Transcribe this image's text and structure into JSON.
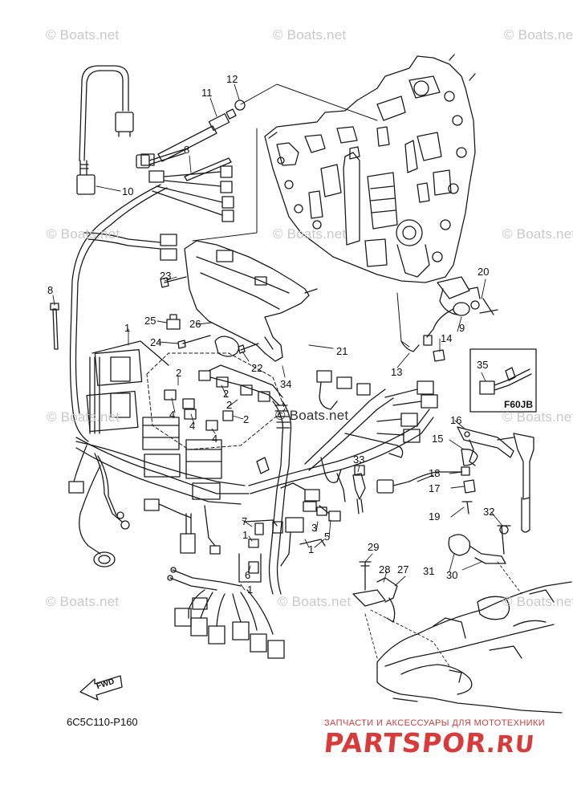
{
  "watermark": "© Boats.net",
  "diagram_code": "6C5C110-P160",
  "fwd_label": "FWD",
  "inset_label": "F60JB",
  "callouts": [
    "1",
    "1",
    "1",
    "1",
    "2",
    "2",
    "2",
    "2",
    "3",
    "4",
    "4",
    "4",
    "5",
    "6",
    "7",
    "8",
    "8",
    "9",
    "10",
    "11",
    "12",
    "13",
    "14",
    "15",
    "16",
    "17",
    "18",
    "19",
    "20",
    "21",
    "22",
    "23",
    "24",
    "25",
    "26",
    "27",
    "28",
    "29",
    "30",
    "31",
    "32",
    "33",
    "34",
    "35"
  ],
  "brand": {
    "tagline": "ЗАПЧАСТИ И АКСЕССУАРЫ ДЛЯ МОТОТЕХНИКИ",
    "name": "PARTSPOR",
    "domain": ".RU"
  },
  "colors": {
    "line": "#1a1a1a",
    "watermark": "#c9c9c9",
    "brand": "#d93a3a"
  }
}
